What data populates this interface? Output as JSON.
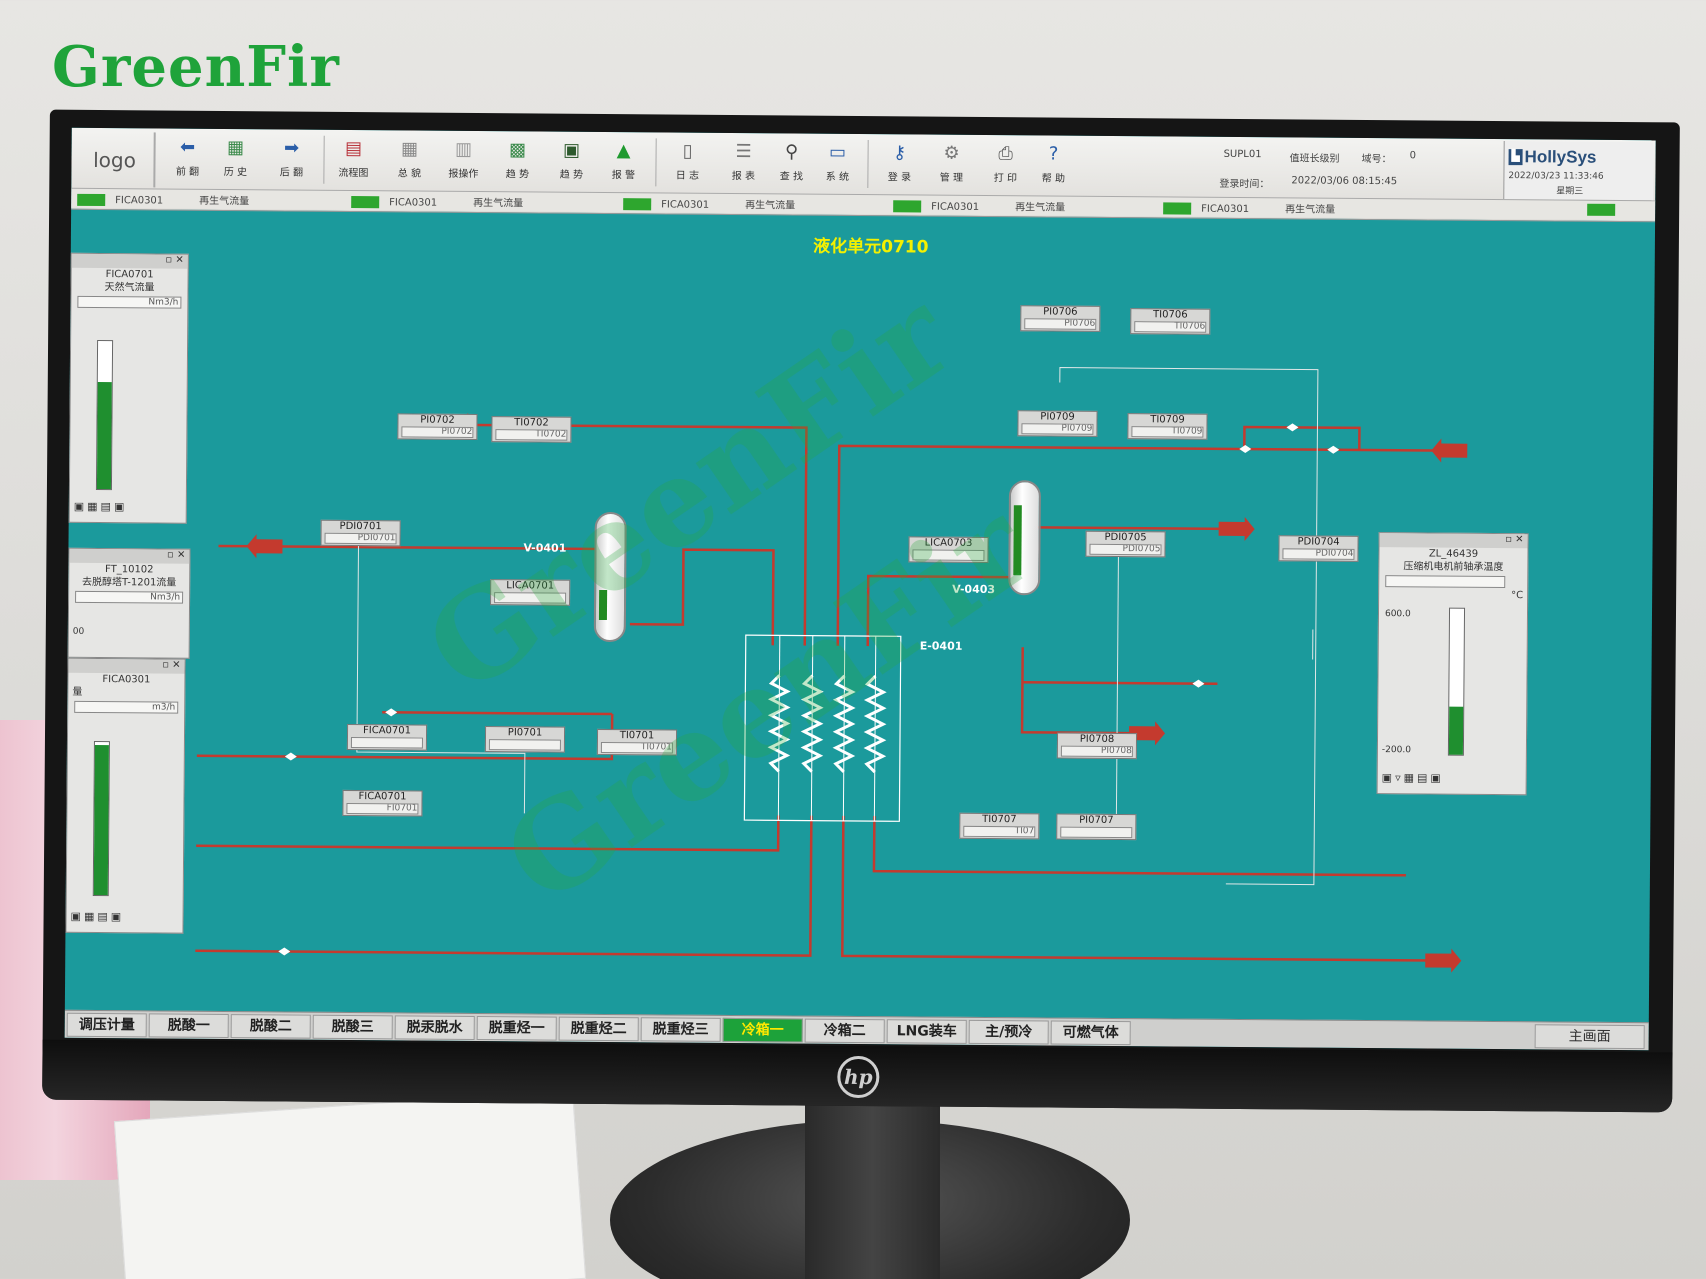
{
  "watermark": "GreenFir",
  "monitor_brand": "hp",
  "toolbar": {
    "logo": "logo",
    "buttons": [
      {
        "label": "前 翻",
        "icon": "back-arrow-icon"
      },
      {
        "label": "历 史",
        "icon": "history-icon"
      },
      {
        "label": "后 翻",
        "icon": "forward-arrow-icon"
      },
      {
        "label": "流程图",
        "icon": "flowchart-icon"
      },
      {
        "label": "总 貌",
        "icon": "overview-icon"
      },
      {
        "label": "报操作",
        "icon": "operation-icon"
      },
      {
        "label": "趋 势",
        "icon": "trend-icon"
      },
      {
        "label": "趋 势",
        "icon": "trend-chart-icon"
      },
      {
        "label": "报 警",
        "icon": "alarm-icon"
      },
      {
        "label": "日 志",
        "icon": "log-icon"
      },
      {
        "label": "报 表",
        "icon": "report-icon"
      },
      {
        "label": "查 找",
        "icon": "search-icon"
      },
      {
        "label": "系 统",
        "icon": "system-icon"
      },
      {
        "label": "登 录",
        "icon": "key-icon"
      },
      {
        "label": "管 理",
        "icon": "manage-icon"
      },
      {
        "label": "打 印",
        "icon": "printer-icon"
      },
      {
        "label": "帮 助",
        "icon": "help-icon"
      }
    ],
    "user": "SUPL01",
    "level_label": "值班长级别",
    "seat_label": "域号：",
    "seat_value": "0",
    "login_time_label": "登录时间：",
    "login_time": "2022/03/06 08:15:45",
    "brand": "HollySys",
    "datetime": "2022/03/23 11:33:46",
    "weekday": "星期三"
  },
  "alarm_strip": [
    {
      "tag": "FICA0301",
      "desc": "再生气流量"
    },
    {
      "tag": "FICA0301",
      "desc": "再生气流量"
    },
    {
      "tag": "FICA0301",
      "desc": "再生气流量"
    },
    {
      "tag": "FICA0301",
      "desc": "再生气流量"
    },
    {
      "tag": "FICA0301",
      "desc": "再生气流量"
    }
  ],
  "process": {
    "title": "液化单元0710",
    "equipment": {
      "v0401": "V-0401",
      "v0403": "V-0403",
      "e0401": "E-0401"
    },
    "tags": {
      "PI0702": {
        "name": "PI0702",
        "value": "PI0702"
      },
      "TI0702": {
        "name": "TI0702",
        "value": "TI0702"
      },
      "PDI0701": {
        "name": "PDI0701",
        "value": "PDI0701"
      },
      "LICA0701": {
        "name": "LICA0701",
        "value": ""
      },
      "FICA0701a": {
        "name": "FICA0701",
        "value": ""
      },
      "FICA0701b": {
        "name": "FICA0701",
        "value": "FI0701"
      },
      "PI0701": {
        "name": "PI0701",
        "value": ""
      },
      "TI0701": {
        "name": "TI0701",
        "value": "TI0701"
      },
      "PI0706": {
        "name": "PI0706",
        "value": "PI0706"
      },
      "TI0706": {
        "name": "TI0706",
        "value": "TI0706"
      },
      "PI0709": {
        "name": "PI0709",
        "value": "PI0709"
      },
      "TI0709": {
        "name": "TI0709",
        "value": "TI0709"
      },
      "LICA0703": {
        "name": "LICA0703",
        "value": ""
      },
      "PDI0705": {
        "name": "PDI0705",
        "value": "PDI0705"
      },
      "PDI0704": {
        "name": "PDI0704",
        "value": "PDI0704"
      },
      "PI0708": {
        "name": "PI0708",
        "value": "PI0708"
      },
      "TI0707": {
        "name": "TI0707",
        "value": "TI07"
      },
      "PI0707": {
        "name": "PI0707",
        "value": ""
      }
    }
  },
  "faceplates": {
    "fica0701": {
      "tag": "FICA0701",
      "desc": "天然气流量",
      "unit": "Nm3/h",
      "level": 0.72
    },
    "ft10102": {
      "tag": "FT_10102",
      "desc": "去脱醇塔T-1201流量",
      "unit": "Nm3/h",
      "scale": "00"
    },
    "fica0301": {
      "tag": "FICA0301",
      "desc": "量",
      "unit": "m3/h",
      "level": 0.98
    },
    "zl46439": {
      "tag": "ZL_46439",
      "desc": "压缩机电机前轴承温度",
      "unit": "°C",
      "max": "600.0",
      "min": "-200.0",
      "level": 0.33
    }
  },
  "tabs": [
    "调压计量",
    "脱酸一",
    "脱酸二",
    "脱酸三",
    "脱汞脱水",
    "脱重烃一",
    "脱重烃二",
    "脱重烃三",
    "冷箱一",
    "冷箱二",
    "LNG装车",
    "主/预冷",
    "可燃气体"
  ],
  "active_tab": "冷箱一",
  "home_tab": "主画面",
  "colors": {
    "background": "#1b9a9c",
    "pipe": "#c0392b",
    "signal": "#dfe7e7",
    "title": "#f4f000",
    "active_tab": "#1da23a"
  }
}
